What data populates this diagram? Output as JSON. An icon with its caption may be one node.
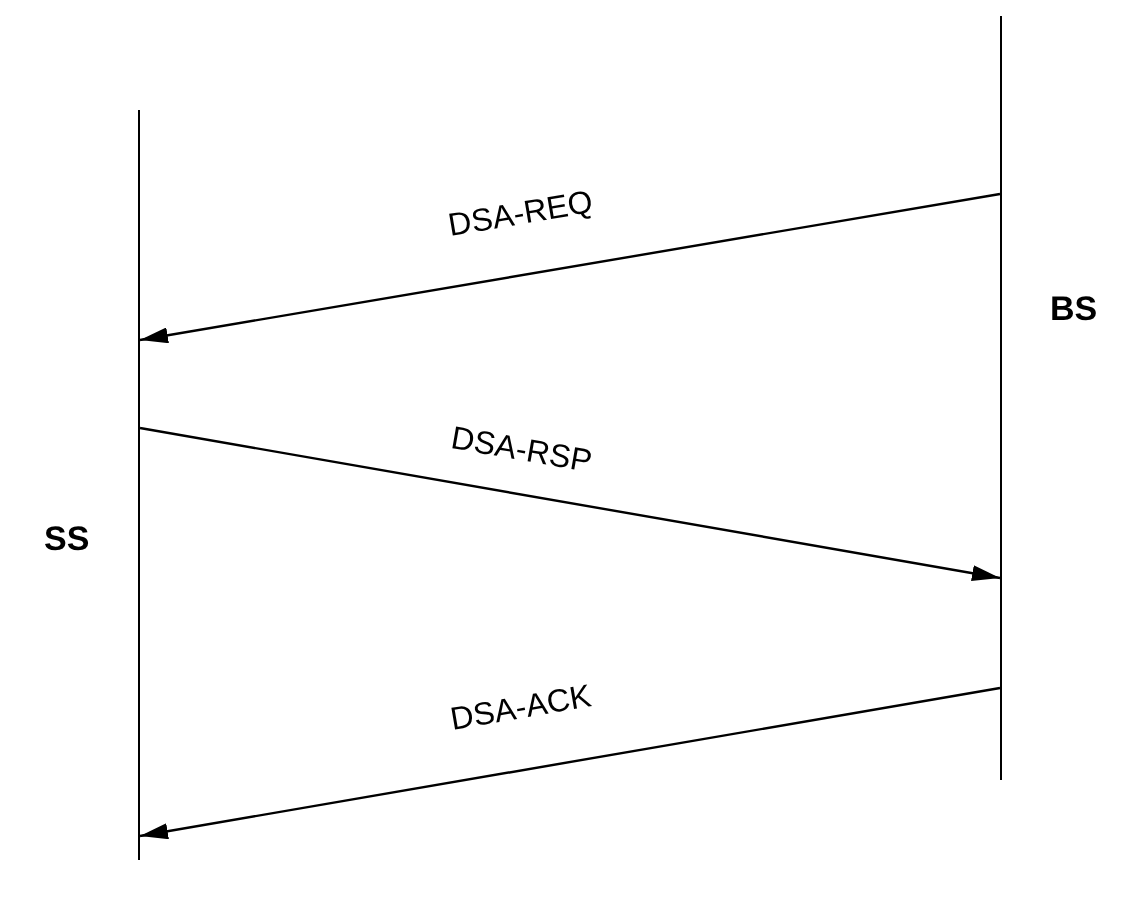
{
  "diagram": {
    "nodes": [
      {
        "text": [
          "SS"
        ]
      },
      {
        "text": [
          "BS"
        ]
      }
    ],
    "edges": [
      {
        "from": 1,
        "to": 0,
        "arrow": "to",
        "label": "DSA-REQ"
      },
      {
        "from": 0,
        "to": 1,
        "arrow": "to",
        "label": "DSA-RSP"
      },
      {
        "from": 1,
        "to": 0,
        "arrow": "to",
        "label": "DSA-ACK"
      }
    ]
  }
}
